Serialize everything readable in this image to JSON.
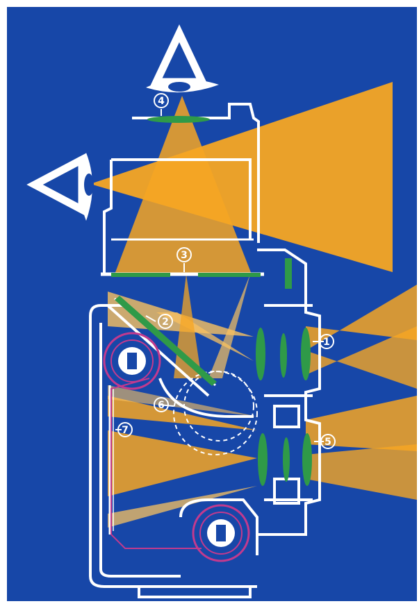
{
  "diagram": {
    "colors": {
      "background": "#1747a8",
      "border": "#ffffff",
      "light": "#f6a623",
      "light_pale": "#f9c260",
      "outline": "#ffffff",
      "lens": "#2f9a48",
      "film_spool": "#c23a8e"
    },
    "callouts": [
      {
        "id": "1",
        "text": "1"
      },
      {
        "id": "2",
        "text": "2"
      },
      {
        "id": "3",
        "text": "3"
      },
      {
        "id": "4",
        "text": "4"
      },
      {
        "id": "5",
        "text": "5"
      },
      {
        "id": "6",
        "text": "6"
      },
      {
        "id": "7",
        "text": "7"
      }
    ],
    "icons": [
      "eye-icon-top",
      "eye-icon-side"
    ]
  }
}
